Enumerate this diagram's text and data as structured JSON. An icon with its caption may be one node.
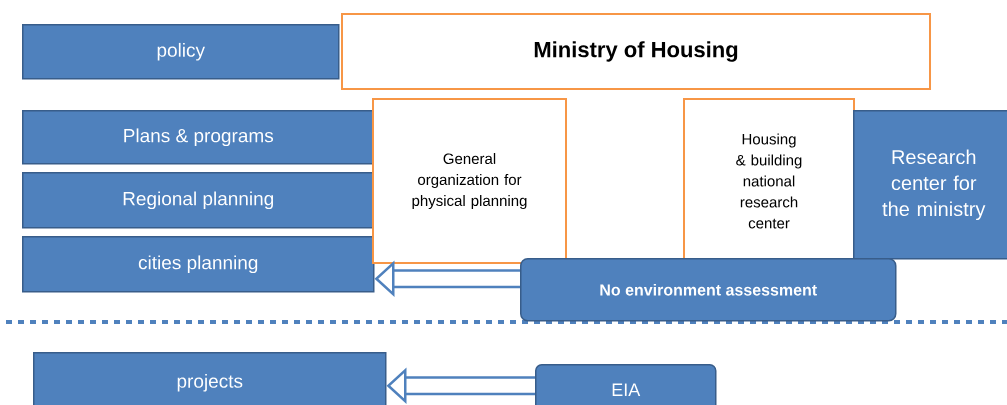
{
  "diagram": {
    "nodes": [
      {
        "text": [
          "policy"
        ]
      },
      {
        "text": [
          "Ministry of Housing"
        ]
      },
      {
        "text": [
          "Plans & programs"
        ]
      },
      {
        "text": [
          "Regional planning"
        ]
      },
      {
        "text": [
          "cities planning"
        ]
      },
      {
        "text": [
          "General organization for physical planning"
        ]
      },
      {
        "text": [
          "Housing & building national research center"
        ]
      },
      {
        "text": [
          "Research center for the ministry"
        ]
      },
      {
        "text": [
          "No environment assessment"
        ]
      },
      {
        "text": [
          "projects"
        ]
      },
      {
        "text": [
          "EIA"
        ]
      }
    ],
    "edges": [
      {
        "from": 8,
        "to": 4,
        "arrow": "to"
      },
      {
        "from": 10,
        "to": 9,
        "arrow": "to"
      }
    ]
  }
}
